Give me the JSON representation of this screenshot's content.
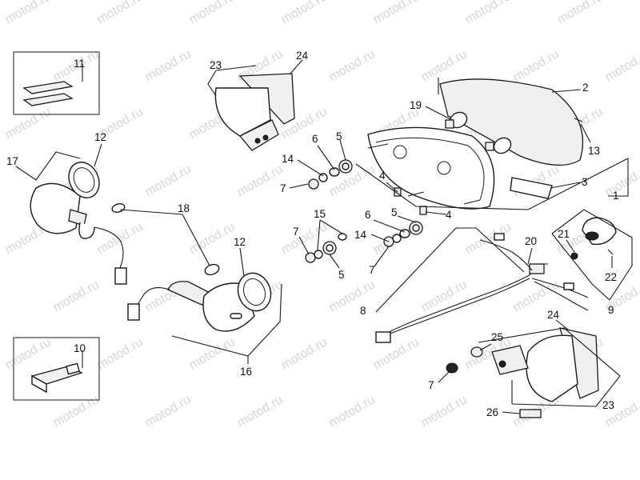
{
  "watermark": "motod.ru",
  "callouts": {
    "c1": "1",
    "c2": "2",
    "c3": "3",
    "c4a": "4",
    "c4b": "4",
    "c5a": "5",
    "c5b": "5",
    "c5c": "5",
    "c6a": "6",
    "c6b": "6",
    "c7a": "7",
    "c7b": "7",
    "c7c": "7",
    "c7d": "7",
    "c8": "8",
    "c9": "9",
    "c10": "10",
    "c11": "11",
    "c12a": "12",
    "c12b": "12",
    "c13": "13",
    "c14a": "14",
    "c14b": "14",
    "c15": "15",
    "c16": "16",
    "c17": "17",
    "c18": "18",
    "c19": "19",
    "c20": "20",
    "c21": "21",
    "c22": "22",
    "c23a": "23",
    "c23b": "23",
    "c24a": "24",
    "c24b": "24",
    "c25": "25",
    "c26": "26"
  }
}
